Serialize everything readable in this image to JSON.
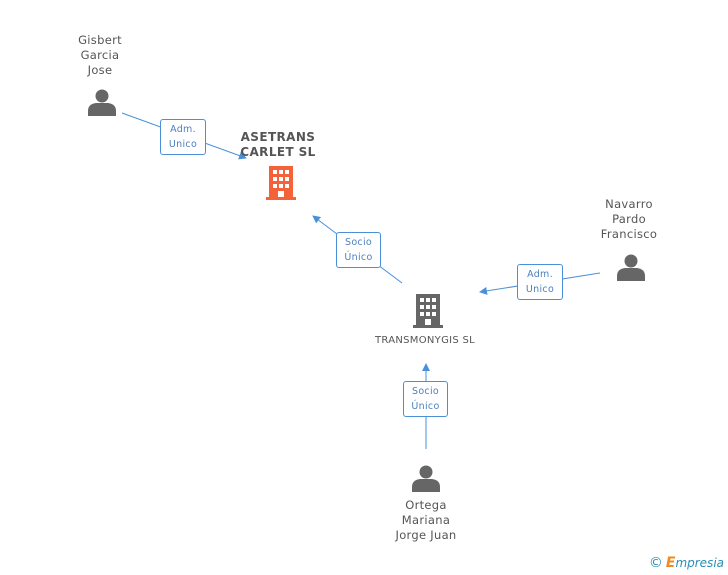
{
  "nodes": {
    "asetrans": {
      "label": "ASETRANS\nCARLET SL",
      "type": "company",
      "color": "#f4623a"
    },
    "transmonygis": {
      "label": "TRANSMONYGIS SL",
      "type": "company",
      "color": "#666666"
    },
    "gisbert": {
      "label": "Gisbert\nGarcia\nJose",
      "type": "person"
    },
    "navarro": {
      "label": "Navarro\nPardo\nFrancisco",
      "type": "person"
    },
    "ortega": {
      "label": "Ortega\nMariana\nJorge Juan",
      "type": "person"
    }
  },
  "relations": {
    "gisbert_asetrans": {
      "line1": "Adm.",
      "line2": "Unico"
    },
    "transmonygis_asetrans": {
      "line1": "Socio",
      "line2": "Único"
    },
    "navarro_transmonygis": {
      "line1": "Adm.",
      "line2": "Unico"
    },
    "ortega_transmonygis": {
      "line1": "Socio",
      "line2": "Único"
    }
  },
  "footer": {
    "copyright": "©",
    "brand_e": "E",
    "brand_rest": "mpresia"
  },
  "colors": {
    "edge": "#4a90d9",
    "person": "#666666"
  }
}
